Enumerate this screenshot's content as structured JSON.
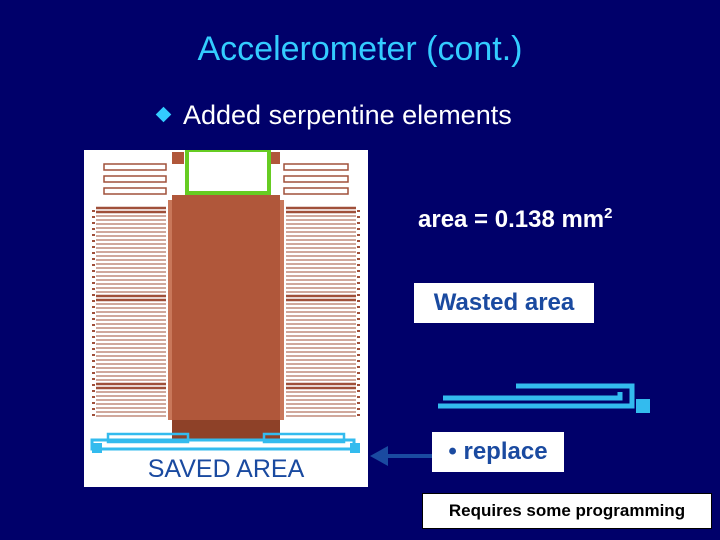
{
  "slide": {
    "title": "Accelerometer (cont.)",
    "bullet": "Added serpentine elements",
    "area_text": "area = 0.138 mm",
    "area_superscript": "2",
    "wasted_label": "Wasted area",
    "saved_label": "SAVED AREA",
    "replace_label": "• replace",
    "note": "Requires some programming"
  },
  "colors": {
    "background": "#00006a",
    "title": "#33ccff",
    "mass": "#b0573a",
    "serpentine": "#a0503a",
    "highlight": "#66cc22",
    "saved_spring": "#33bbee",
    "arrow": "#1a4aa0"
  }
}
